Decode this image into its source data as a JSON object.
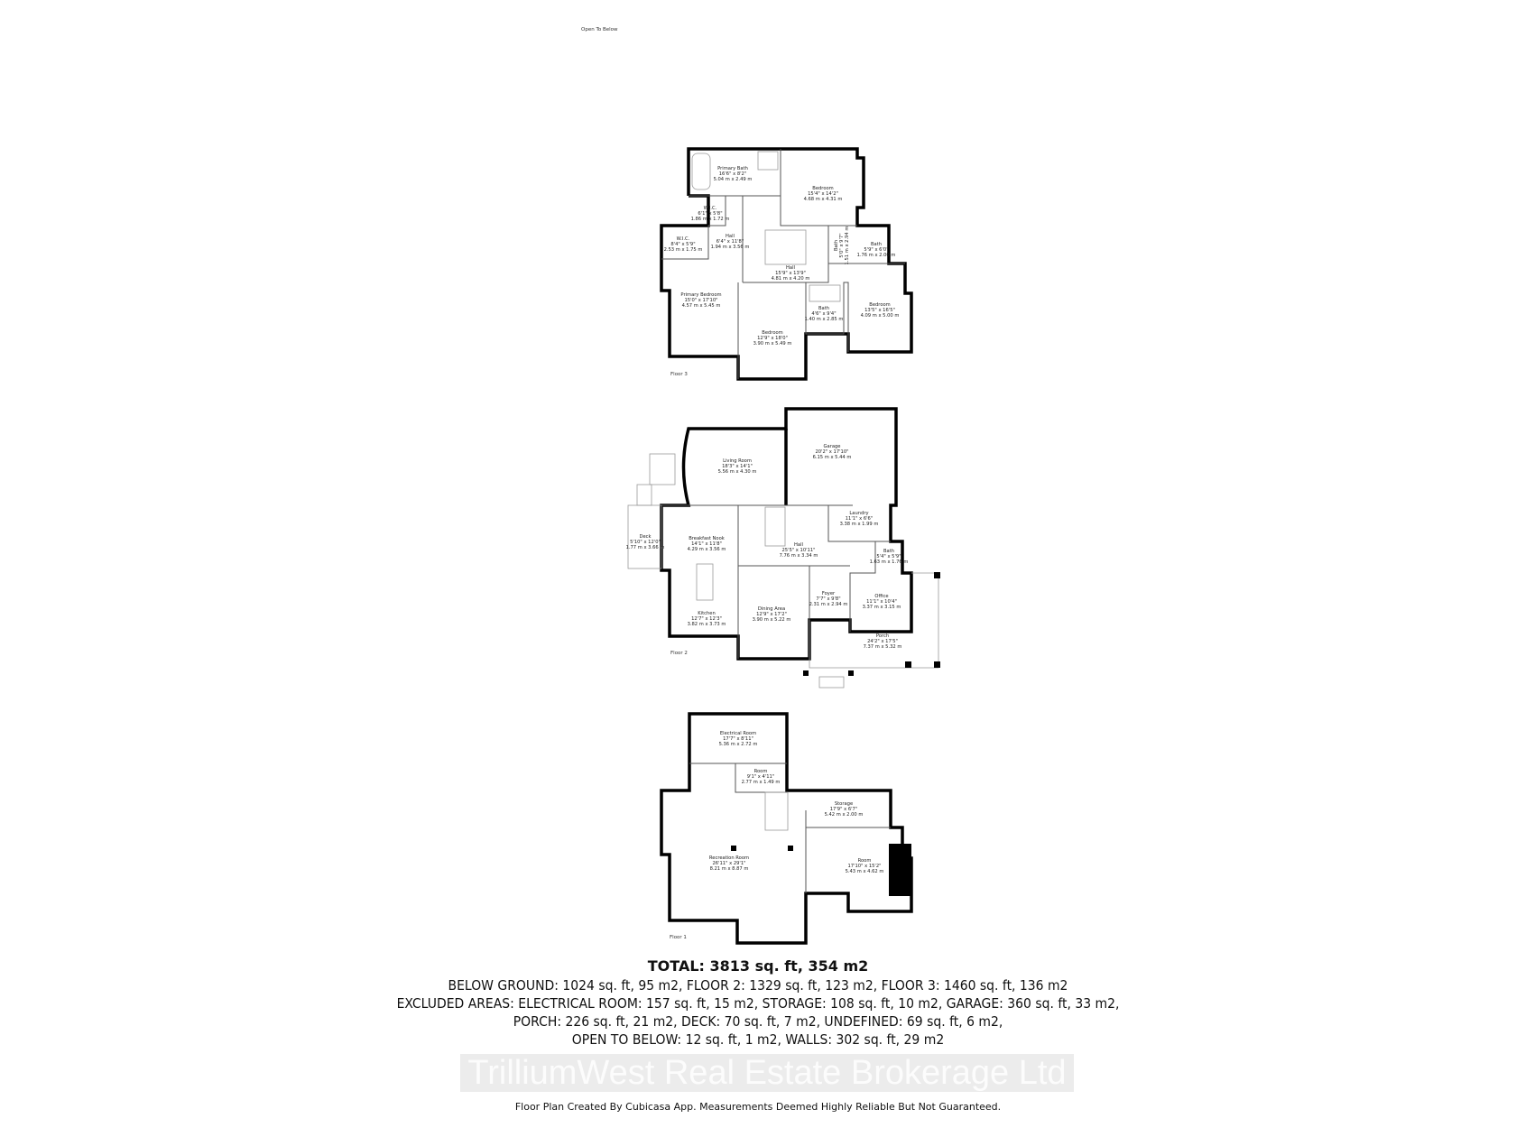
{
  "open_to_below": "Open To Below",
  "floor3": {
    "label": "Floor 3",
    "rooms": [
      {
        "name": "Primary Bath",
        "imp": "16'6\" x 8'2\"",
        "met": "5.04 m x 2.49 m"
      },
      {
        "name": "Bedroom",
        "imp": "15'4\" x 14'2\"",
        "met": "4.68 m x 4.31 m"
      },
      {
        "name": "W.I.C.",
        "imp": "6'1\" x 5'8\"",
        "met": "1.86 m x 1.72 m"
      },
      {
        "name": "W.I.C.",
        "imp": "8'4\" x 5'9\"",
        "met": "2.53 m x 1.75 m"
      },
      {
        "name": "Hall",
        "imp": "6'4\" x 11'8\"",
        "met": "1.94 m x 3.56 m"
      },
      {
        "name": "Hall",
        "imp": "15'9\" x 13'9\"",
        "met": "4.81 m x 4.20 m"
      },
      {
        "name": "Bath",
        "imp": "5'0\" x 9'7\"",
        "met": "1.51 m x 2.94 m"
      },
      {
        "name": "Bath",
        "imp": "5'9\" x 6'0\"",
        "met": "1.76 m x 2.00 m"
      },
      {
        "name": "Primary Bedroom",
        "imp": "15'0\" x 17'10\"",
        "met": "4.57 m x 5.45 m"
      },
      {
        "name": "Bedroom",
        "imp": "12'9\" x 18'0\"",
        "met": "3.90 m x 5.49 m"
      },
      {
        "name": "Bath",
        "imp": "4'6\" x 9'4\"",
        "met": "1.40 m x 2.85 m"
      },
      {
        "name": "Bedroom",
        "imp": "13'5\" x 16'5\"",
        "met": "4.09 m x 5.00 m"
      }
    ]
  },
  "floor2": {
    "label": "Floor 2",
    "rooms": [
      {
        "name": "Living Room",
        "imp": "18'3\" x 14'1\"",
        "met": "5.56 m x 4.30 m"
      },
      {
        "name": "Garage",
        "imp": "20'2\" x 17'10\"",
        "met": "6.15 m x 5.44 m"
      },
      {
        "name": "Deck",
        "imp": "5'10\" x 12'0\"",
        "met": "1.77 m x 3.66 m"
      },
      {
        "name": "Breakfast Nook",
        "imp": "14'1\" x 11'8\"",
        "met": "4.29 m x 3.56 m"
      },
      {
        "name": "Hall",
        "imp": "25'5\" x 10'11\"",
        "met": "7.76 m x 3.34 m"
      },
      {
        "name": "Laundry",
        "imp": "11'1\" x 6'6\"",
        "met": "3.38 m x 1.99 m"
      },
      {
        "name": "Bath",
        "imp": "5'4\" x 5'9\"",
        "met": "1.63 m x 1.76 m"
      },
      {
        "name": "Kitchen",
        "imp": "12'7\" x 12'3\"",
        "met": "3.82 m x 3.73 m"
      },
      {
        "name": "Dining Area",
        "imp": "12'9\" x 17'2\"",
        "met": "3.90 m x 5.22 m"
      },
      {
        "name": "Foyer",
        "imp": "7'7\" x 9'8\"",
        "met": "2.31 m x 2.94 m"
      },
      {
        "name": "Office",
        "imp": "11'1\" x 10'4\"",
        "met": "3.37 m x 3.15 m"
      },
      {
        "name": "Porch",
        "imp": "24'2\" x 17'5\"",
        "met": "7.37 m x 5.32 m"
      }
    ]
  },
  "floor1": {
    "label": "Floor 1",
    "rooms": [
      {
        "name": "Electrical Room",
        "imp": "17'7\" x 8'11\"",
        "met": "5.36 m x 2.72 m"
      },
      {
        "name": "Room",
        "imp": "9'1\" x 4'11\"",
        "met": "2.77 m x 1.49 m"
      },
      {
        "name": "Storage",
        "imp": "17'9\" x 6'7\"",
        "met": "5.42 m x 2.00 m"
      },
      {
        "name": "Recreation Room",
        "imp": "26'11\" x 29'1\"",
        "met": "8.21 m x 8.87 m"
      },
      {
        "name": "Room",
        "imp": "17'10\" x 15'2\"",
        "met": "5.43 m x 4.62 m"
      }
    ]
  },
  "summary": {
    "total": "TOTAL: 3813 sq. ft, 354 m2",
    "line1": "BELOW GROUND: 1024 sq. ft, 95 m2, FLOOR 2: 1329 sq. ft, 123 m2, FLOOR 3: 1460 sq. ft, 136 m2",
    "line2": "EXCLUDED AREAS: ELECTRICAL ROOM: 157 sq. ft, 15 m2, STORAGE: 108 sq. ft, 10 m2, GARAGE: 360 sq. ft, 33 m2,",
    "line3": "PORCH: 226 sq. ft, 21 m2, DECK: 70 sq. ft, 7 m2, UNDEFINED: 69 sq. ft, 6 m2,",
    "line4": "OPEN TO BELOW: 12 sq. ft, 1 m2, WALLS: 302 sq. ft, 29 m2"
  },
  "watermark": "TrilliumWest Real Estate Brokerage Ltd",
  "footer": "Floor Plan Created By Cubicasa App. Measurements Deemed Highly Reliable But Not Guaranteed."
}
